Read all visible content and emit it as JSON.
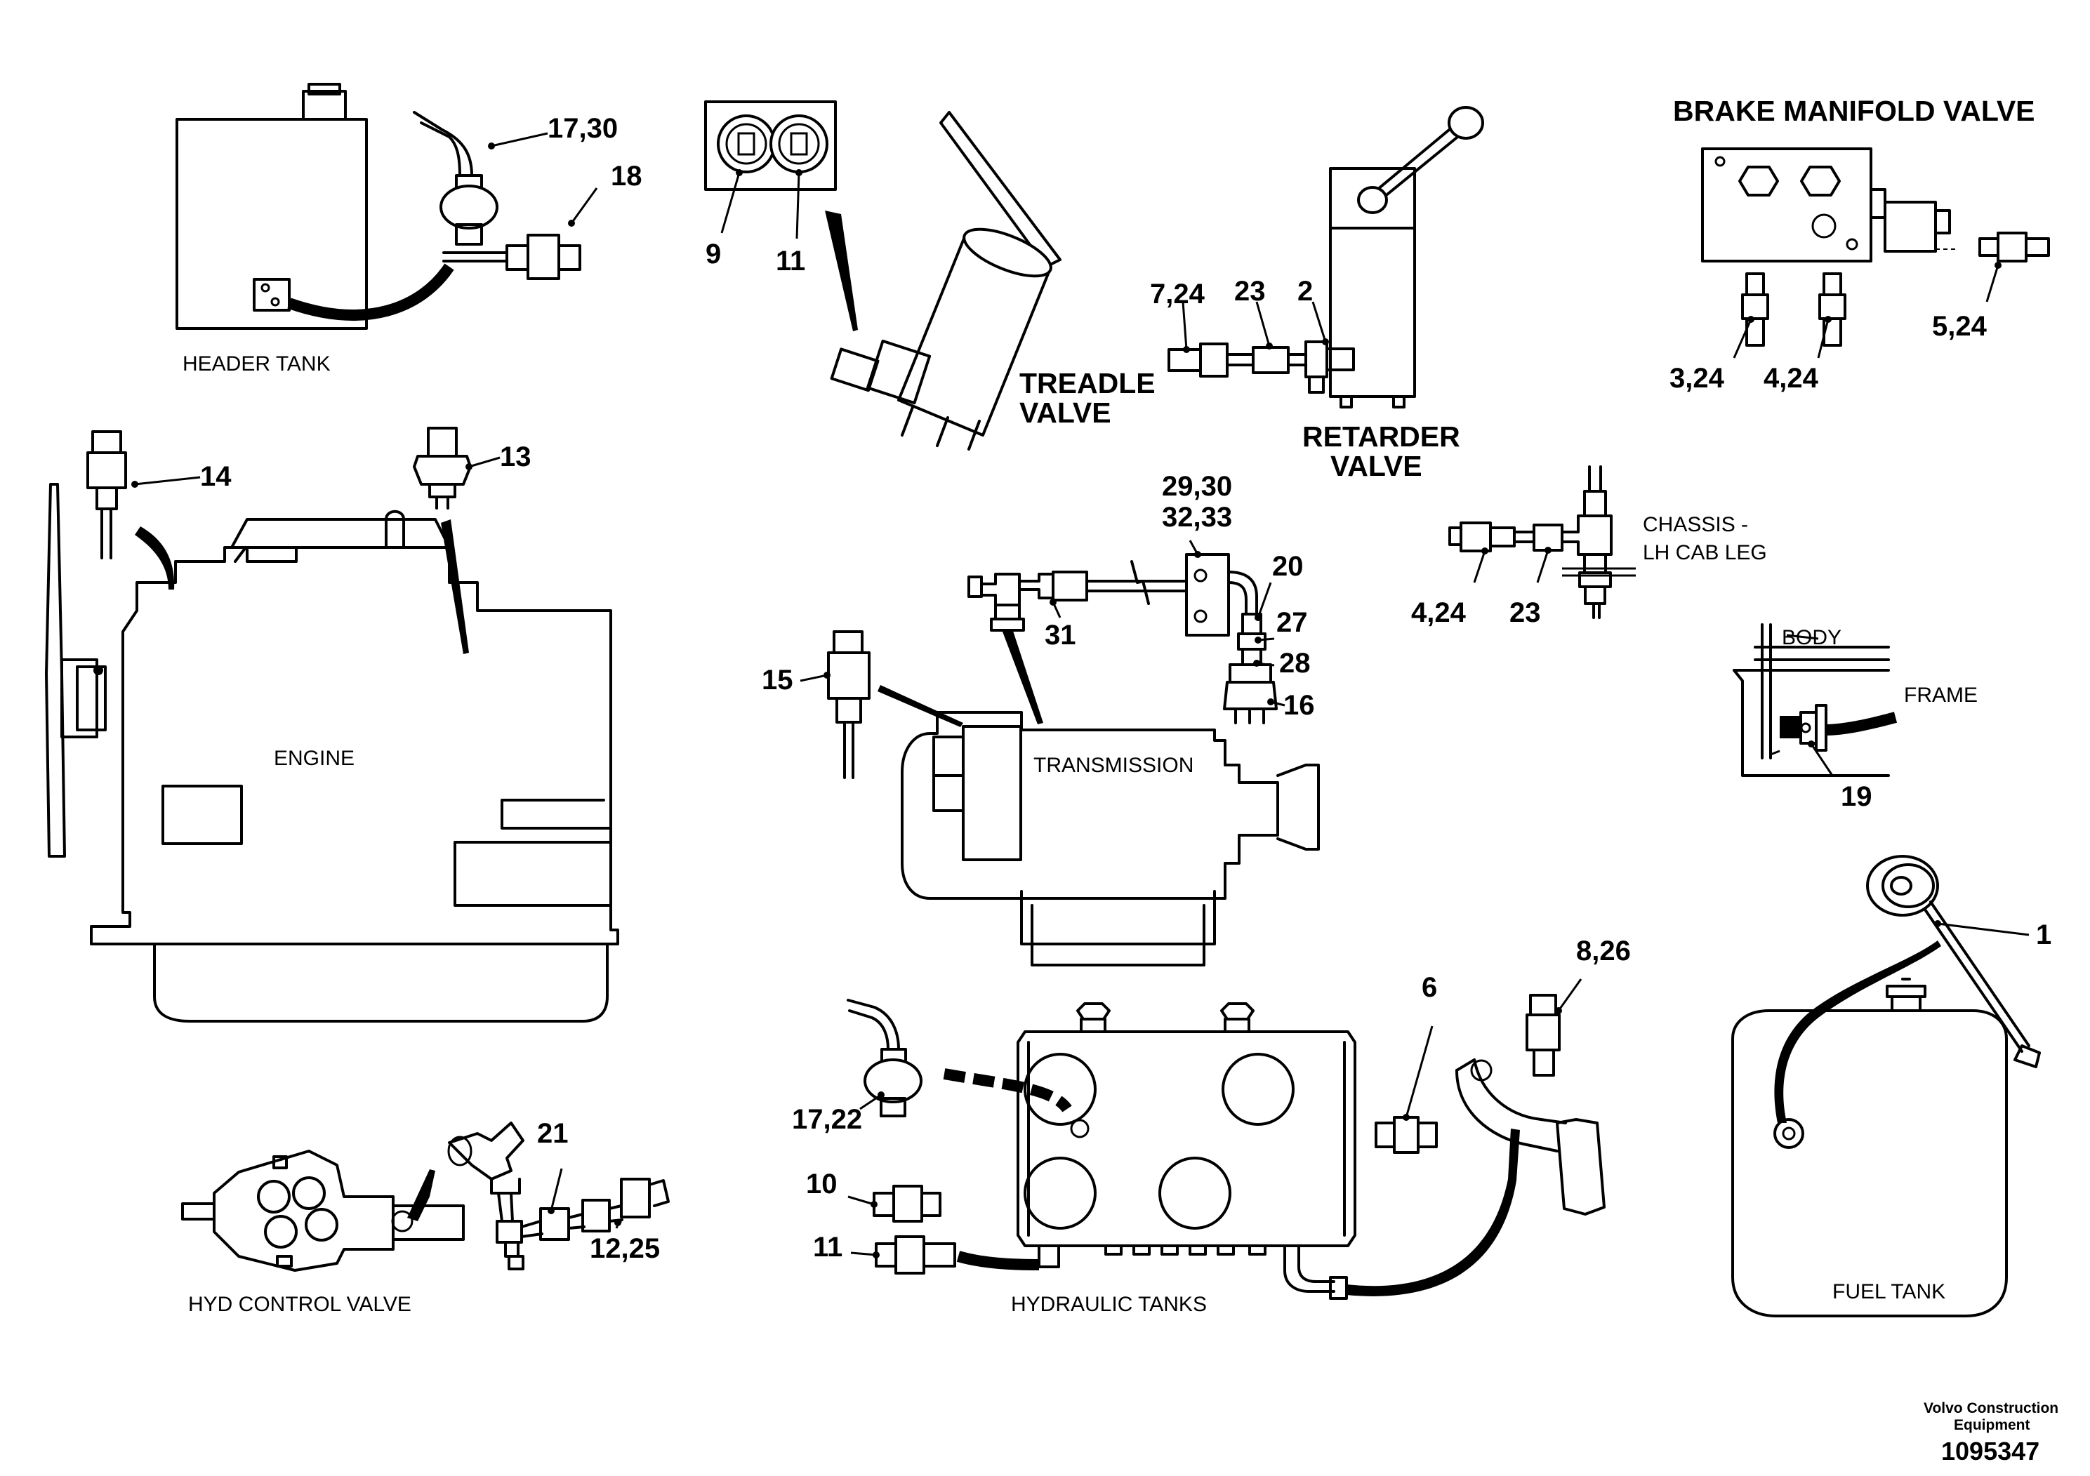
{
  "captions": {
    "header_tank": "HEADER TANK",
    "engine": "ENGINE",
    "hyd_control_valve": "HYD CONTROL VALVE",
    "transmission": "TRANSMISSION",
    "hydraulic_tanks": "HYDRAULIC TANKS",
    "fuel_tank": "FUEL TANK",
    "chassis_line1": "CHASSIS -",
    "chassis_line2": "LH CAB LEG",
    "body": "BODY",
    "frame": "FRAME",
    "treadle_line1": "TREADLE",
    "treadle_line2": "VALVE",
    "retarder_line1": "RETARDER",
    "retarder_line2": "VALVE",
    "brake_manifold": "BRAKE MANIFOLD VALVE"
  },
  "callouts": {
    "c_17_30": "17,30",
    "c_18": "18",
    "c_9": "9",
    "c_11_top": "11",
    "c_7_24": "7,24",
    "c_23_top": "23",
    "c_2": "2",
    "c_3_24": "3,24",
    "c_4_24_top": "4,24",
    "c_5_24": "5,24",
    "c_14": "14",
    "c_13": "13",
    "c_29_30": "29,30",
    "c_32_33": "32,33",
    "c_20": "20",
    "c_27": "27",
    "c_28": "28",
    "c_16": "16",
    "c_31": "31",
    "c_15": "15",
    "c_4_24_mid": "4,24",
    "c_23_mid": "23",
    "c_19": "19",
    "c_1": "1",
    "c_8_26": "8,26",
    "c_6": "6",
    "c_17_22": "17,22",
    "c_10": "10",
    "c_11_bottom": "11",
    "c_21": "21",
    "c_12_25": "12,25"
  },
  "footer": {
    "company_line1": "Volvo Construction",
    "company_line2": "Equipment",
    "drawing_number": "1095347"
  }
}
